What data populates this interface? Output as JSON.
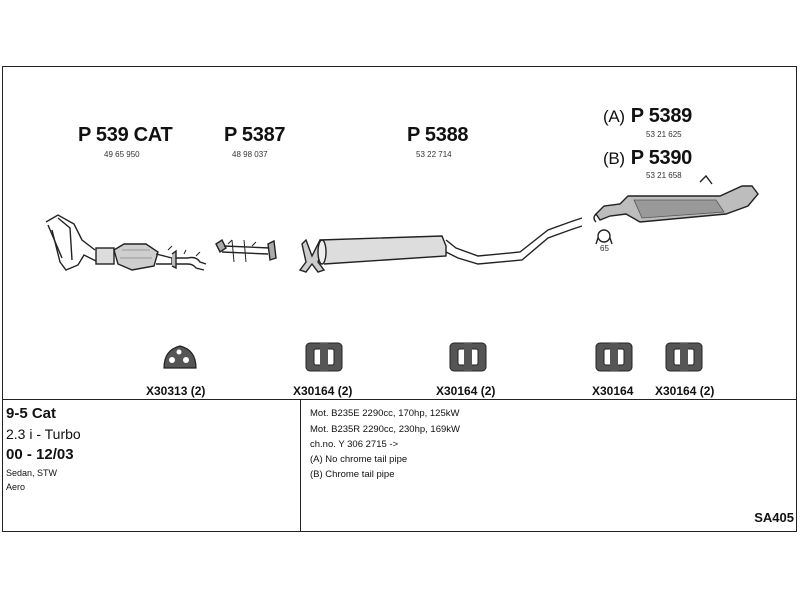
{
  "parts": {
    "p539": {
      "label": "P 539 CAT",
      "oem": "49 65 950"
    },
    "p5387": {
      "label": "P 5387",
      "oem": "48 98 037"
    },
    "p5388": {
      "label": "P 5388",
      "oem": "53 22 714"
    },
    "p5389": {
      "prefix": "(A)",
      "label": "P 5389",
      "oem": "53 21 625"
    },
    "p5390": {
      "prefix": "(B)",
      "label": "P 5390",
      "oem": "53 21 658"
    },
    "clamp_small": "65"
  },
  "hardware": [
    {
      "label": "X30313 (2)"
    },
    {
      "label": "X30164 (2)"
    },
    {
      "label": "X30164 (2)"
    },
    {
      "label": "X30164"
    },
    {
      "label": "X30164 (2)"
    }
  ],
  "vehicle": {
    "model": "9-5 Cat",
    "engine": "2.3 i - Turbo",
    "years": "00 - 12/03",
    "body": "Sedan, STW",
    "trim": "Aero"
  },
  "notes": [
    "Mot. B235E 2290cc, 170hp, 125kW",
    "Mot. B235R 2290cc, 230hp, 169kW",
    "ch.no. Y 306 2715 ->",
    "(A) No chrome tail pipe",
    "(B) Chrome tail pipe"
  ],
  "diagram_code": "SA405"
}
